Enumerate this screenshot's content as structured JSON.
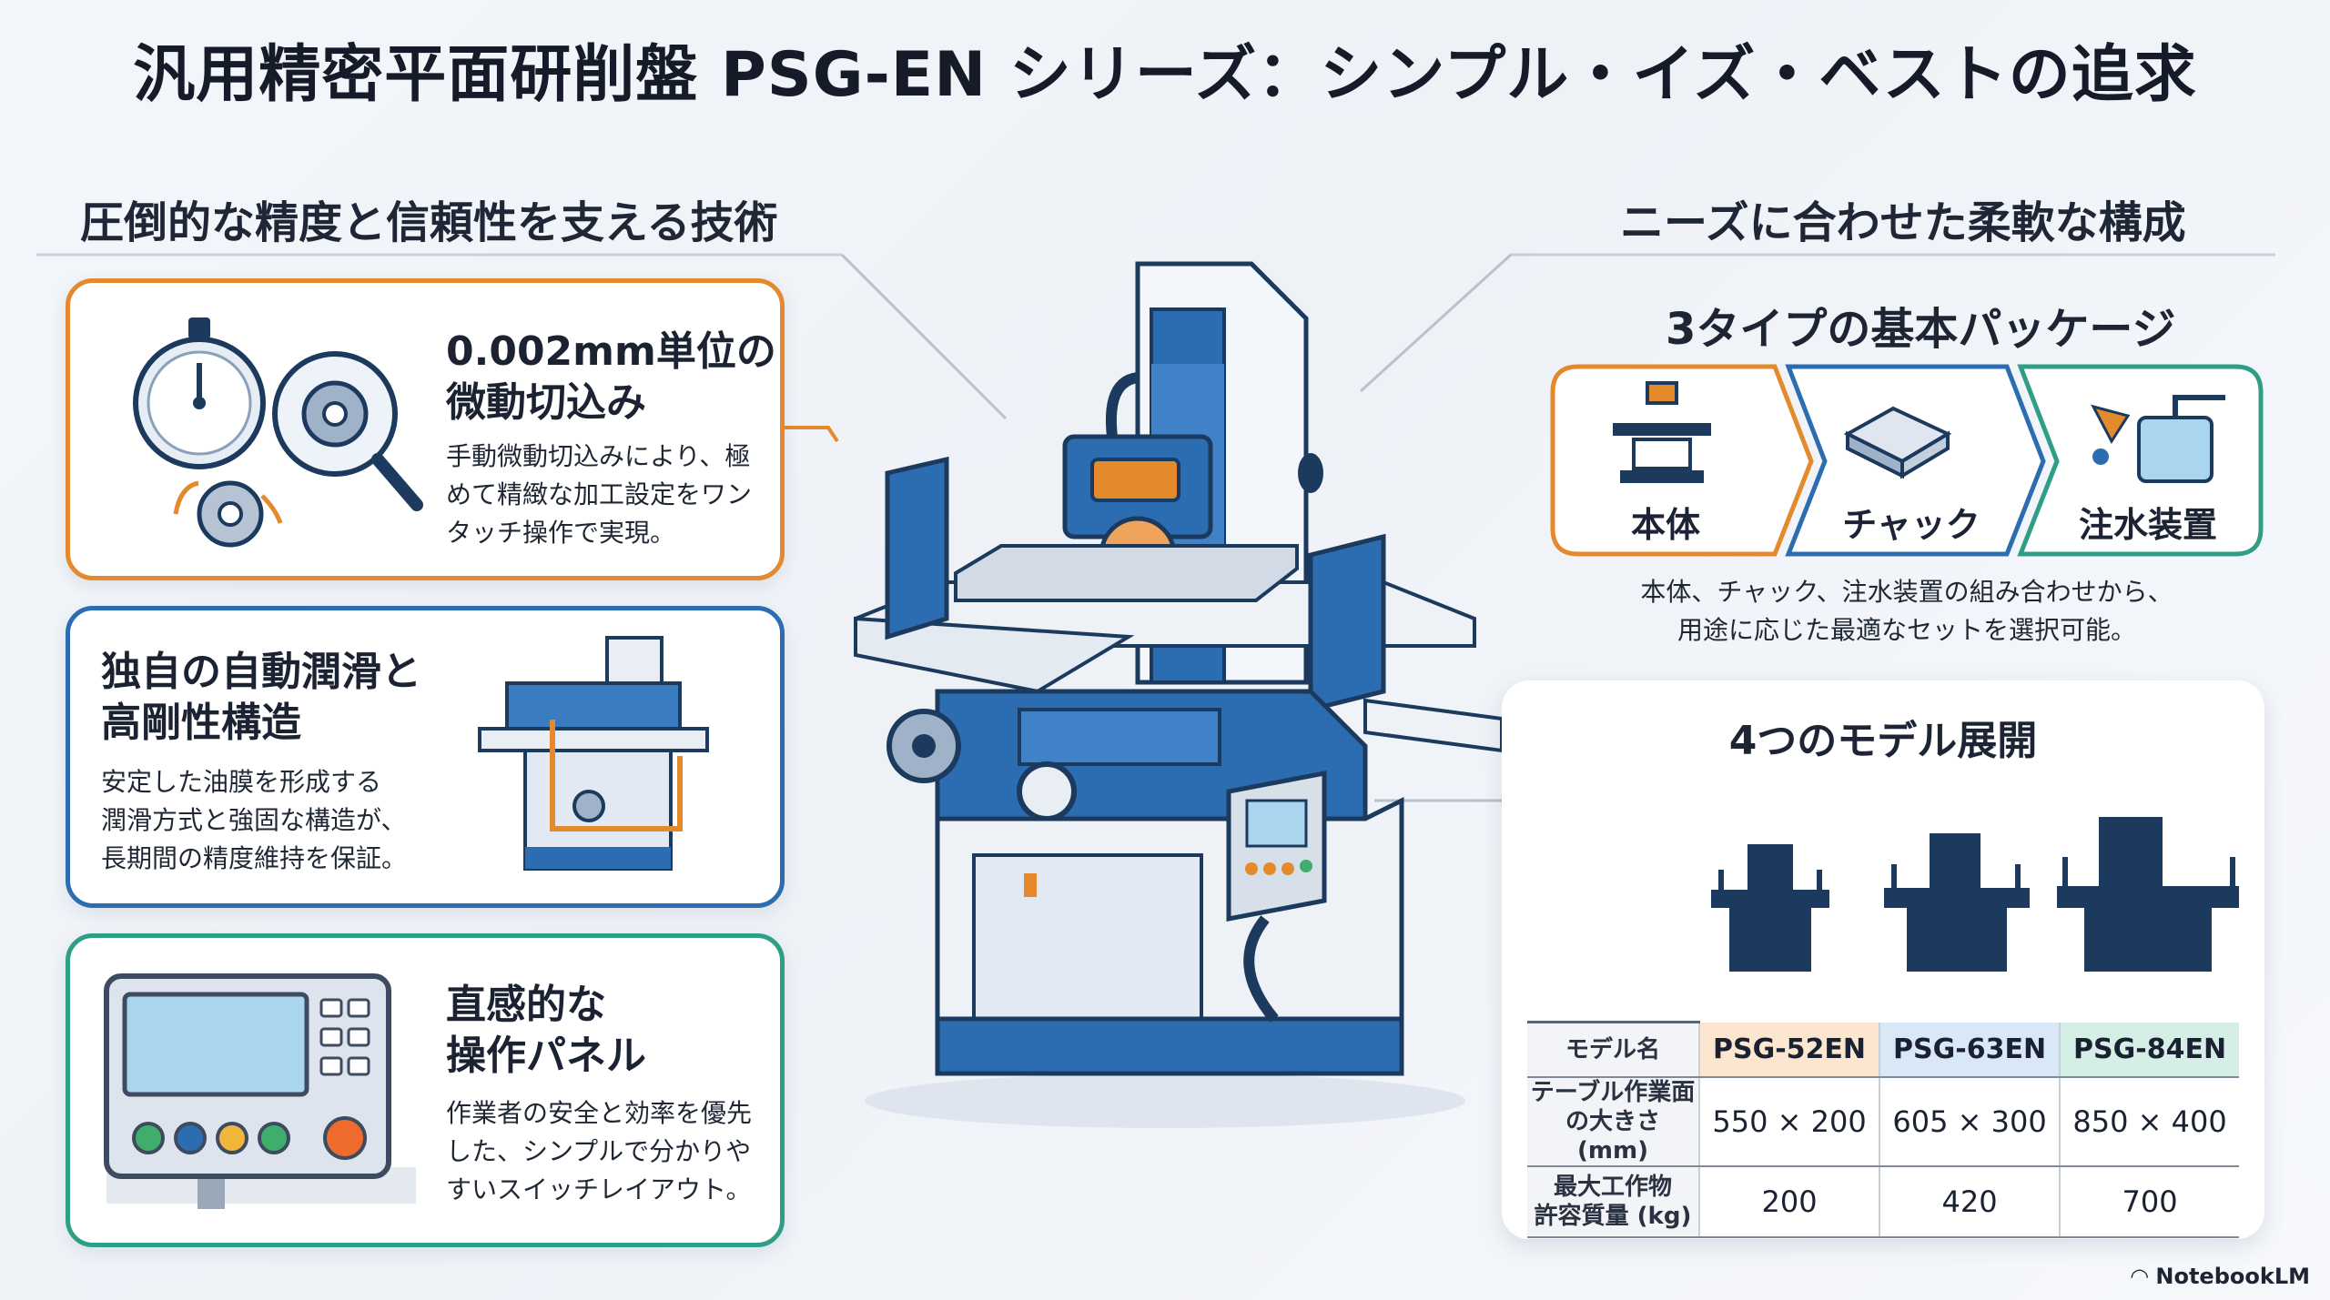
{
  "title": "汎用精密平面研削盤 PSG-EN シリーズ：シンプル・イズ・ベストの追求",
  "left_section": {
    "heading": "圧倒的な精度と信頼性を支える技術",
    "cards": [
      {
        "title_lines": [
          "0.002mm単位の",
          "微動切込み"
        ],
        "body_lines": [
          "手動微動切込みにより、極",
          "めて精緻な加工設定をワン",
          "タッチ操作で実現。"
        ],
        "accent": "#e58a2c"
      },
      {
        "title_lines": [
          "独自の自動潤滑と",
          "高剛性構造"
        ],
        "body_lines": [
          "安定した油膜を形成する",
          "潤滑方式と強固な構造が、",
          "長期間の精度維持を保証。"
        ],
        "accent": "#2c6db1"
      },
      {
        "title_lines": [
          "直感的な",
          "操作パネル"
        ],
        "body_lines": [
          "作業者の安全と効率を優先",
          "した、シンプルで分かりや",
          "すいスイッチレイアウト。"
        ],
        "accent": "#2f9e86"
      }
    ]
  },
  "right_section": {
    "heading": "ニーズに合わせた柔軟な構成",
    "packages": {
      "heading": "3タイプの基本パッケージ",
      "items": [
        {
          "label": "本体",
          "color": "#e58a2c"
        },
        {
          "label": "チャック",
          "color": "#2c6db1"
        },
        {
          "label": "注水装置",
          "color": "#2f9e86"
        }
      ],
      "desc_lines": [
        "本体、チャック、注水装置の組み合わせから、",
        "用途に応じた最適なセットを選択可能。"
      ]
    },
    "models": {
      "heading": "4つのモデル展開",
      "table": {
        "header": [
          "モデル名",
          "PSG-52EN",
          "PSG-63EN",
          "PSG-84EN"
        ],
        "header_colors": [
          "#f2f4f7",
          "#fde6cf",
          "#d9e8f7",
          "#d6efe6"
        ],
        "rows": [
          {
            "label_lines": [
              "テーブル作業面",
              "の大きさ (mm)"
            ],
            "values": [
              "550 × 200",
              "605 × 300",
              "850 × 400"
            ]
          },
          {
            "label_lines": [
              "最大工作物",
              "許容質量 (kg)"
            ],
            "values": [
              "200",
              "420",
              "700"
            ]
          }
        ]
      }
    }
  },
  "brand": "NotebookLM",
  "colors": {
    "navy": "#1c3a5e",
    "blue": "#2c6db1",
    "orange": "#e58a2c",
    "green": "#2f9e86"
  }
}
